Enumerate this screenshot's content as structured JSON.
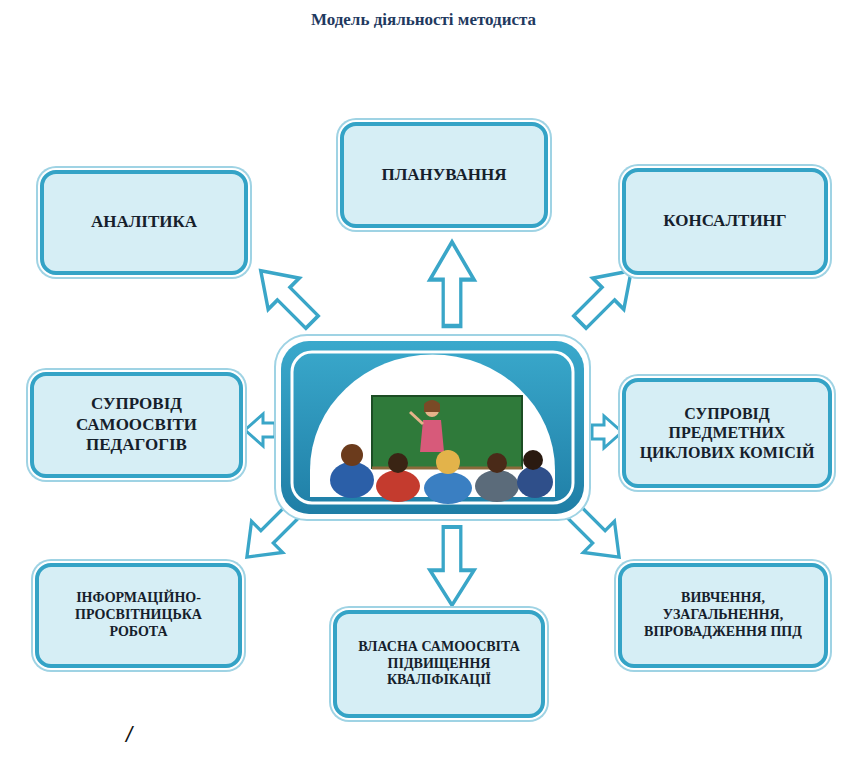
{
  "diagram": {
    "title": "Модель діяльності методиста",
    "nodes": [
      {
        "text": [
          "АНАЛІТИКА"
        ]
      },
      {
        "text": [
          "ПЛАНУВАННЯ"
        ]
      },
      {
        "text": [
          "КОНСАЛТИНГ"
        ]
      },
      {
        "text": [
          "СУПРОВІД САМООСВІТИ ПЕДАГОГІВ"
        ]
      },
      {
        "text": [
          "СУПРОВІД ПРЕДМЕТНИХ ЦИКЛОВИХ КОМІСІЙ"
        ]
      },
      {
        "text": [
          "ІНФОРМАЦІЙНО-ПРОСВІТНИЦЬКА РОБОТА"
        ]
      },
      {
        "text": [
          "ВЛАСНА САМООСВІТА ПІДВИЩЕННЯ КВАЛІФІКАЦІЇ"
        ]
      },
      {
        "text": [
          "ВИВЧЕННЯ, УЗАГАЛЬНЕННЯ, ВПРОВАДЖЕННЯ ППД"
        ]
      }
    ],
    "labels": [
      "/"
    ]
  }
}
